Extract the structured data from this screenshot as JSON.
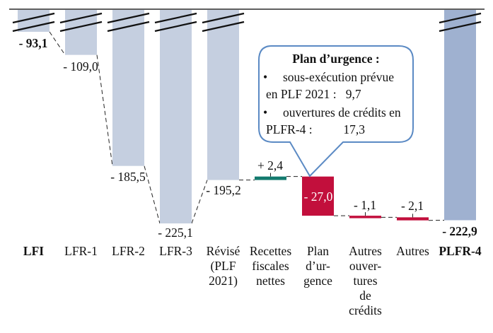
{
  "chart_data": {
    "type": "waterfall",
    "title": "",
    "xlabel": "",
    "ylabel": "",
    "categories": [
      {
        "label": "LFI",
        "bold": true
      },
      {
        "label": "LFR-1",
        "bold": false
      },
      {
        "label": "LFR-2",
        "bold": false
      },
      {
        "label": "LFR-3",
        "bold": false
      },
      {
        "label": "Révisé (PLF 2021)",
        "bold": false
      },
      {
        "label": "Recettes fiscales nettes",
        "bold": false
      },
      {
        "label": "Plan d’ur- gence",
        "bold": false
      },
      {
        "label": "Autres ouver- tures de crédits",
        "bold": false
      },
      {
        "label": "Autres",
        "bold": false
      },
      {
        "label": "PLFR-4",
        "bold": true
      }
    ],
    "category_lines": [
      [
        "LFI"
      ],
      [
        "LFR-1"
      ],
      [
        "LFR-2"
      ],
      [
        "LFR-3"
      ],
      [
        "Révisé",
        "(PLF",
        "2021)"
      ],
      [
        "Recettes",
        "fiscales",
        "nettes"
      ],
      [
        "Plan",
        "d’ur-",
        "gence"
      ],
      [
        "Autres",
        "ouver-",
        "tures",
        "de",
        "crédits"
      ],
      [
        "Autres"
      ],
      [
        "PLFR-4"
      ]
    ],
    "bars": [
      {
        "kind": "total",
        "value": -93.1,
        "label": "- 93,1",
        "bold_label": true,
        "color": "#c5cfe0",
        "broken_axis": true
      },
      {
        "kind": "total",
        "value": -109.0,
        "label": "- 109,0",
        "bold_label": false,
        "color": "#c5cfe0",
        "broken_axis": true
      },
      {
        "kind": "total",
        "value": -185.5,
        "label": "- 185,5",
        "bold_label": false,
        "color": "#c5cfe0",
        "broken_axis": true
      },
      {
        "kind": "total",
        "value": -225.1,
        "label": "- 225,1",
        "bold_label": false,
        "color": "#c5cfe0",
        "broken_axis": true
      },
      {
        "kind": "total",
        "value": -195.2,
        "label": "- 195,2",
        "bold_label": false,
        "color": "#c5cfe0",
        "broken_axis": true
      },
      {
        "kind": "delta",
        "start": -195.2,
        "value": 2.4,
        "label": "+ 2,4",
        "bold_label": false,
        "color": "#137a6e"
      },
      {
        "kind": "delta",
        "start": -192.8,
        "value": -27.0,
        "label": "- 27,0",
        "bold_label": false,
        "color": "#c20f3c"
      },
      {
        "kind": "delta",
        "start": -219.8,
        "value": -1.1,
        "label": "- 1,1",
        "bold_label": false,
        "color": "#c20f3c"
      },
      {
        "kind": "delta",
        "start": -220.9,
        "value": -2.1,
        "label": "- 2,1",
        "bold_label": false,
        "color": "#c20f3c"
      },
      {
        "kind": "total",
        "value": -222.9,
        "label": "- 222,9",
        "bold_label": true,
        "color": "#9fb1d0",
        "broken_axis": true
      }
    ],
    "axis_break_note": "bars truncated at top with double-slash axis break",
    "grid": false,
    "legend": "none",
    "annotation": {
      "title": "Plan d’urgence :",
      "points_to": "Plan d’ur- gence",
      "items": [
        {
          "text_line1": "sous-exécution prévue",
          "text_line2": "en PLF 2021 :   9,7",
          "value": 9.7
        },
        {
          "text_line1": "ouvertures de crédits en",
          "text_line2": "PLFR-4 :          17,3",
          "value": 17.3
        }
      ],
      "bullet": "•",
      "border_color": "#4f81bd"
    }
  }
}
